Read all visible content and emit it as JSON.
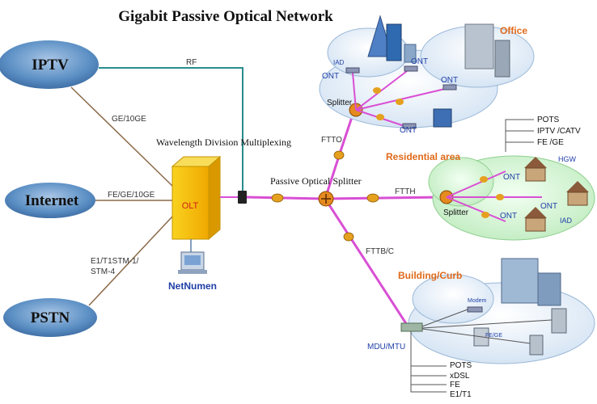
{
  "title": "Gigabit Passive Optical Network",
  "services": {
    "iptv": "IPTV",
    "internet": "Internet",
    "pstn": "PSTN"
  },
  "links": {
    "rf": "RF",
    "ge10ge": "GE/10GE",
    "fege10ge": "FE/GE/10GE",
    "e1_line1": "E1/T1STM-1/",
    "e1_line2": "STM-4"
  },
  "core": {
    "olt": "OLT",
    "netnumen": "NetNumen",
    "wdm": "Wavelength Division Multiplexing",
    "splitter": "Passive Optical Splitter"
  },
  "branches": {
    "ftto": "FTTO",
    "ftth": "FTTH",
    "fttbc": "FTTB/C"
  },
  "office": {
    "name": "Office",
    "iad": "IAD",
    "ont1": "ONT",
    "ont2": "ONT",
    "ont3": "ONT",
    "ont4": "ONT",
    "splitter": "Splitter"
  },
  "residential": {
    "name": "Residential area",
    "services": [
      "POTS",
      "IPTV /CATV",
      "FE /GE"
    ],
    "hgw": "HGW",
    "ont1": "ONT",
    "ont2": "ONT",
    "ont3": "ONT",
    "iad": "IAD",
    "splitter": "Splitter"
  },
  "building": {
    "name": "Building/Curb",
    "modem": "Modem",
    "fege": "FE/GE",
    "mdu": "MDU/MTU",
    "services": [
      "POTS",
      "xDSL",
      "FE",
      "E1/T1"
    ]
  },
  "colors": {
    "fiber": "#d94fd4",
    "rf_line": "#2a8c8c",
    "copper": "#8b6a4a",
    "service_blue": "#5b8fc4",
    "olt_yellow": "#f5c200",
    "label_orange": "#e06a1a",
    "label_blue": "#1f3fa8"
  }
}
